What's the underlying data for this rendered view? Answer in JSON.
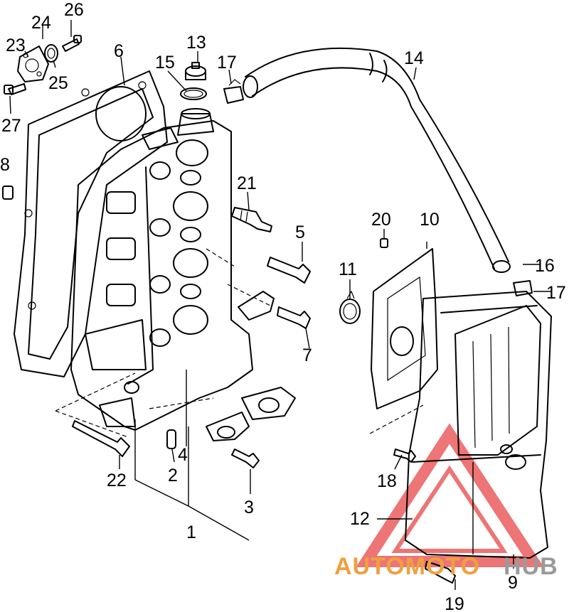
{
  "callouts": {
    "c1": "1",
    "c2": "2",
    "c3": "3",
    "c4": "4",
    "c5": "5",
    "c6": "6",
    "c7": "7",
    "c8": "8",
    "c9": "9",
    "c10": "10",
    "c11": "11",
    "c12": "12",
    "c13": "13",
    "c14": "14",
    "c15": "15",
    "c16": "16",
    "c17a": "17",
    "c17b": "17",
    "c18": "18",
    "c19": "19",
    "c20": "20",
    "c21": "21",
    "c22": "22",
    "c23": "23",
    "c24": "24",
    "c25": "25",
    "c26": "26",
    "c27": "27"
  },
  "watermark": {
    "text_orange": "AUTOMOTO",
    "text_gray": "HUB",
    "color_orange": "#f0a040",
    "color_gray": "#9a9a9a",
    "color_red": "#e84848"
  }
}
